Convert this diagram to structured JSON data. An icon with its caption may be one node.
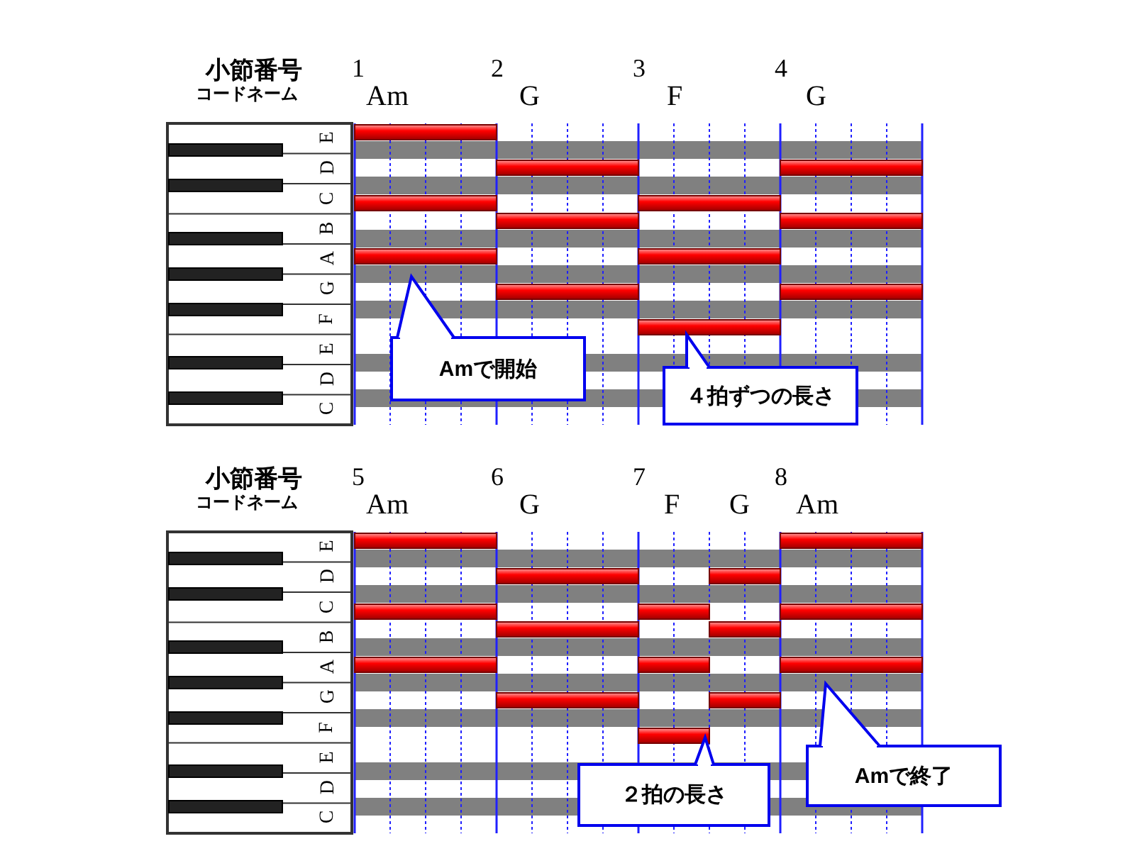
{
  "diagram": {
    "nodes": [
      {
        "text": [
          "Amで開始"
        ]
      },
      {
        "text": [
          "４拍ずつの長さ"
        ]
      },
      {
        "text": [
          "２拍の長さ"
        ]
      },
      {
        "text": [
          "Amで終了"
        ]
      }
    ],
    "edges": [
      {
        "from": 0,
        "to": null,
        "arrow": "to"
      },
      {
        "from": 1,
        "to": null,
        "arrow": "to"
      },
      {
        "from": 2,
        "to": null,
        "arrow": "to"
      },
      {
        "from": 3,
        "to": null,
        "arrow": "to"
      }
    ],
    "labels": [
      "小節番号",
      "コードネーム",
      "1",
      "Am",
      "2",
      "G",
      "3",
      "F",
      "4",
      "G",
      "E",
      "D",
      "C",
      "B",
      "A",
      "G",
      "F",
      "E",
      "D",
      "C",
      "小節番号",
      "コードネーム",
      "5",
      "Am",
      "6",
      "G",
      "7",
      "F",
      "G",
      "8",
      "Am",
      "E",
      "D",
      "C",
      "B",
      "A",
      "G",
      "F",
      "E",
      "D",
      "C"
    ]
  }
}
